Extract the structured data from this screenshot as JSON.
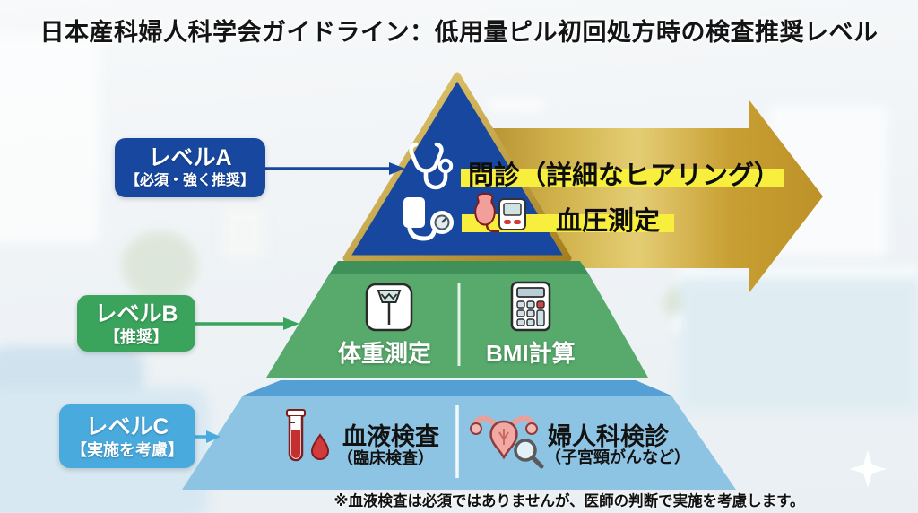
{
  "title": "日本産科婦人科学会ガイドライン：低用量ピル初回処方時の検査推奨レベル",
  "levels": [
    {
      "id": "A",
      "label": "レベルA",
      "qualifier": "【必須・強く推奨】",
      "badge_color": "#17479e",
      "items": [
        {
          "text": "問診（詳細なヒアリング）",
          "icon": "stethoscope-icon"
        },
        {
          "text": "血圧測定",
          "icon": "blood-pressure-monitor-icon"
        }
      ]
    },
    {
      "id": "B",
      "label": "レベルB",
      "qualifier": "【推奨】",
      "badge_color": "#3aa45c",
      "items": [
        {
          "text": "体重測定",
          "icon": "weight-scale-icon"
        },
        {
          "text": "BMI計算",
          "icon": "calculator-icon"
        }
      ]
    },
    {
      "id": "C",
      "label": "レベルC",
      "qualifier": "【実施を考慮】",
      "badge_color": "#49aade",
      "items": [
        {
          "text": "血液検査",
          "subtext": "（臨床検査）",
          "icon": "blood-test-tube-icon"
        },
        {
          "text": "婦人科検診",
          "subtext": "（子宮頸がんなど）",
          "icon": "uterus-exam-icon"
        }
      ]
    }
  ],
  "footnote": "※血液検査は必須ではありませんが、医師の判断で実施を考慮します。",
  "colors": {
    "level_a_fill": "#17479e",
    "level_b_fill": "#57aa6c",
    "level_c_fill": "#8ec4e3",
    "gold": "#c9a43b",
    "highlight_yellow": "#f8ee3e"
  }
}
